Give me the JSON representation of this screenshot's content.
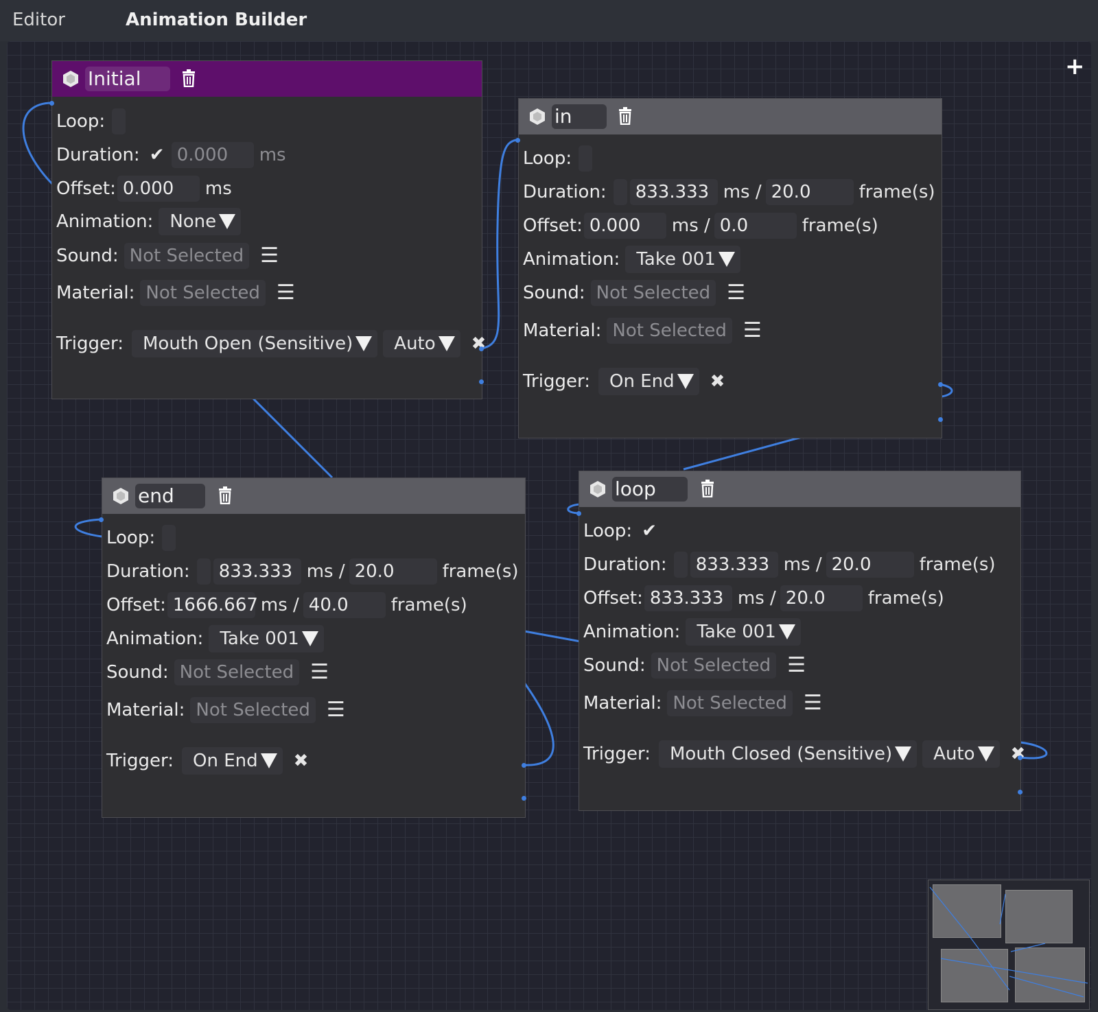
{
  "tabs": {
    "editor": "Editor",
    "builder": "Animation Builder"
  },
  "icons": {
    "add": "plus-icon",
    "node": "hexagon-icon",
    "delete": "trash-icon",
    "menu": "menu-icon",
    "remove": "close-icon",
    "check": "checkmark-icon"
  },
  "colors": {
    "accent_wire": "#3f7fe0",
    "initial_header": "#5e0f6b",
    "node_header": "#5c5c62"
  },
  "labels": {
    "loop": "Loop:",
    "duration": "Duration:",
    "offset": "Offset:",
    "animation": "Animation:",
    "sound": "Sound:",
    "material": "Material:",
    "trigger": "Trigger:",
    "ms": "ms",
    "ms_slash": "ms /",
    "frames": "frame(s)"
  },
  "nodes": {
    "initial": {
      "name": "Initial",
      "loop_checked": false,
      "duration_checked": true,
      "duration_ms": "0.000",
      "offset_ms": "0.000",
      "animation": "None",
      "sound": "Not Selected",
      "material": "Not Selected",
      "trigger": "Mouth Open (Sensitive)",
      "trigger_mode": "Auto"
    },
    "in": {
      "name": "in",
      "loop_checked": false,
      "duration_ms": "833.333",
      "duration_frames": "20.0",
      "offset_ms": "0.000",
      "offset_frames": "0.0",
      "animation": "Take 001",
      "sound": "Not Selected",
      "material": "Not Selected",
      "trigger": "On End"
    },
    "end": {
      "name": "end",
      "loop_checked": false,
      "duration_ms": "833.333",
      "duration_frames": "20.0",
      "offset_ms": "1666.667",
      "offset_frames": "40.0",
      "animation": "Take 001",
      "sound": "Not Selected",
      "material": "Not Selected",
      "trigger": "On End"
    },
    "loop": {
      "name": "loop",
      "loop_checked": true,
      "duration_ms": "833.333",
      "duration_frames": "20.0",
      "offset_ms": "833.333",
      "offset_frames": "20.0",
      "animation": "Take 001",
      "sound": "Not Selected",
      "material": "Not Selected",
      "trigger": "Mouth Closed (Sensitive)",
      "trigger_mode": "Auto"
    }
  }
}
